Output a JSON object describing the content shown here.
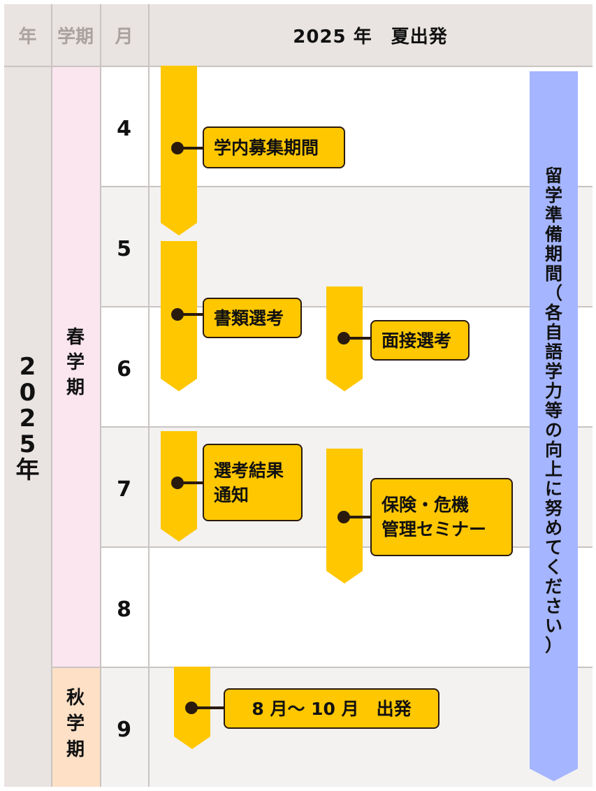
{
  "header": {
    "year_col": "年",
    "semester_col": "学期",
    "month_col": "月",
    "title": "2025 年　夏出発"
  },
  "year_label": [
    "2",
    "0",
    "2",
    "5",
    "年"
  ],
  "semesters": {
    "spring": [
      "春",
      "学",
      "期"
    ],
    "autumn": [
      "秋",
      "学",
      "期"
    ]
  },
  "months": [
    "4",
    "5",
    "6",
    "7",
    "8",
    "9"
  ],
  "events": {
    "recruitment": "学内募集期間",
    "document_screening": "書類選考",
    "interview": "面接選考",
    "result_notice": "選考結果\n通知",
    "seminar": "保険・危機\n管理セミナー",
    "departure": "8 月〜 10 月　出発"
  },
  "preparation": [
    "留",
    "学",
    "準",
    "備",
    "期",
    "間",
    "（",
    "各",
    "自",
    "語",
    "学",
    "力",
    "等",
    "の",
    "向",
    "上",
    "に",
    "努",
    "め",
    "て",
    "く",
    "だ",
    "さ",
    "い",
    "）"
  ],
  "colors": {
    "header_bg": "#e9e4e1",
    "spring_bg": "#fbe6ef",
    "autumn_bg": "#fde0c6",
    "event_yellow": "#ffc700",
    "prep_blue": "#a5b5ff",
    "dot_dark": "#2a1a0e"
  }
}
